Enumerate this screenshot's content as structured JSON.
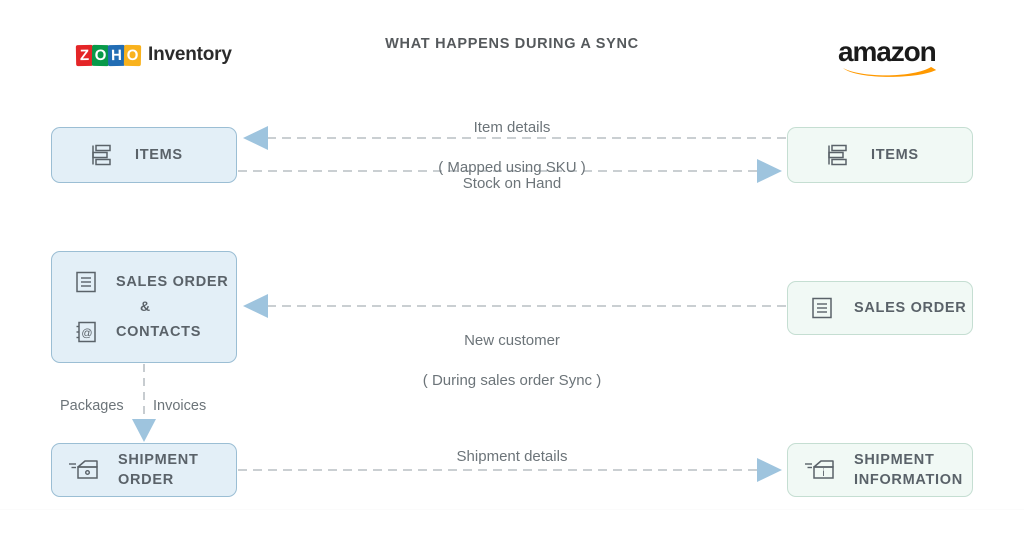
{
  "header": {
    "title": "WHAT HAPPENS DURING A SYNC",
    "left_brand": {
      "name": "zoho-inventory",
      "tiles": [
        {
          "letter": "Z",
          "color": "#e42527"
        },
        {
          "letter": "O",
          "color": "#089949"
        },
        {
          "letter": "H",
          "color": "#226db4"
        },
        {
          "letter": "O",
          "color": "#f9b21d"
        }
      ],
      "word": "Inventory"
    },
    "right_brand": {
      "name": "amazon",
      "word": "amazon",
      "smile_color": "#ff9900"
    }
  },
  "colors": {
    "zoho_fill": "#e3eff7",
    "zoho_border": "#9bbed4",
    "amazon_fill": "#f1f9f5",
    "amazon_border": "#c5ded2",
    "arrow": "#9ec4de",
    "dash": "#b9bfc4",
    "text": "#5a6269",
    "title": "#55595c"
  },
  "nodes": {
    "zoho_items": {
      "label": "ITEMS",
      "icon": "items-icon"
    },
    "amazon_items": {
      "label": "ITEMS",
      "icon": "items-icon"
    },
    "zoho_sales": {
      "label_1": "SALES ORDER",
      "amp": "&",
      "label_2": "CONTACTS",
      "icon_1": "document-icon",
      "icon_2": "contact-at-icon"
    },
    "amazon_sales": {
      "label": "SALES ORDER",
      "icon": "document-icon"
    },
    "zoho_shipment": {
      "label": "SHIPMENT\nORDER",
      "icon": "shipment-box-icon"
    },
    "amazon_shipment": {
      "label": "SHIPMENT\nINFORMATION",
      "icon": "shipment-info-box-icon"
    }
  },
  "connectors": {
    "item_details": {
      "line_1": "Item details",
      "line_2": "( Mapped using SKU )",
      "direction": "right-to-left"
    },
    "stock_on_hand": {
      "line_1": "Stock on Hand",
      "direction": "left-to-right"
    },
    "new_customer": {
      "line_1": "New customer",
      "line_2": "( During sales order Sync )",
      "direction": "right-to-left"
    },
    "shipment_details": {
      "line_1": "Shipment details",
      "direction": "left-to-right"
    },
    "internal_flow": {
      "left_label": "Packages",
      "right_label": "Invoices",
      "direction": "top-to-bottom"
    }
  }
}
